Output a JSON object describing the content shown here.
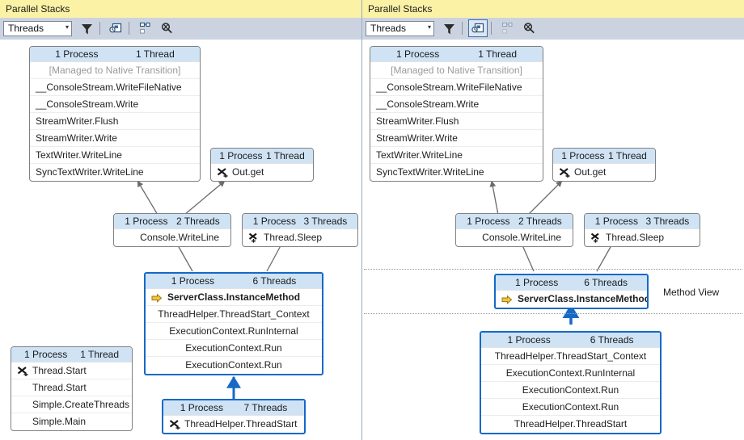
{
  "panels": [
    {
      "id": "left",
      "title": "Parallel Stacks",
      "toolbar": {
        "combo_value": "Threads",
        "caret": "▾",
        "buttons": [
          {
            "name": "filter-icon",
            "label": "Toggle Method View / filter",
            "state": "normal"
          },
          {
            "name": "method-view-icon",
            "label": "Toggle Method View",
            "state": "normal"
          },
          {
            "name": "auto-scroll-icon",
            "label": "Auto Scroll to Current Stack Frame",
            "state": "normal"
          },
          {
            "name": "zoom-icon",
            "label": "Zoom Control",
            "state": "normal"
          }
        ]
      },
      "method_view_label": null,
      "boxes": [
        {
          "id": "l-top",
          "header": {
            "processes": "1 Process",
            "threads": "1 Thread"
          },
          "rows": [
            {
              "text": "[Managed to Native Transition]",
              "style": "dim center"
            },
            {
              "text": "__ConsoleStream.WriteFileNative",
              "style": "left"
            },
            {
              "text": "__ConsoleStream.Write",
              "style": "left"
            },
            {
              "text": "StreamWriter.Flush",
              "style": "left"
            },
            {
              "text": "StreamWriter.Write",
              "style": "left"
            },
            {
              "text": "TextWriter.WriteLine",
              "style": "left"
            },
            {
              "text": "SyncTextWriter.WriteLine",
              "style": "left"
            }
          ]
        },
        {
          "id": "l-outget",
          "header": {
            "processes": "1 Process",
            "threads": "1 Thread"
          },
          "rows": [
            {
              "text": "Out.get",
              "style": "left",
              "icon": "threads-icon"
            }
          ]
        },
        {
          "id": "l-consolewriteline",
          "header": {
            "processes": "1 Process",
            "threads": "2 Threads"
          },
          "rows": [
            {
              "text": "Console.WriteLine",
              "style": "rightish"
            }
          ]
        },
        {
          "id": "l-threadsleep",
          "header": {
            "processes": "1 Process",
            "threads": "3 Threads"
          },
          "rows": [
            {
              "text": "Thread.Sleep",
              "style": "left",
              "icon": "threads-icon"
            }
          ]
        },
        {
          "id": "l-main",
          "header": {
            "processes": "1 Process",
            "threads": "6 Threads"
          },
          "highlighted": true,
          "rows": [
            {
              "text": "ServerClass.InstanceMethod",
              "style": "bold left",
              "icon": "current-frame-arrow-icon"
            },
            {
              "text": "ThreadHelper.ThreadStart_Context",
              "style": "left"
            },
            {
              "text": "ExecutionContext.RunInternal",
              "style": "left"
            },
            {
              "text": "ExecutionContext.Run",
              "style": "left"
            },
            {
              "text": "ExecutionContext.Run",
              "style": "left"
            }
          ]
        },
        {
          "id": "l-simplemain",
          "header": {
            "processes": "1 Process",
            "threads": "1 Thread"
          },
          "rows": [
            {
              "text": "Thread.Start",
              "style": "left",
              "icon": "threads-icon"
            },
            {
              "text": "Thread.Start",
              "style": "left"
            },
            {
              "text": "Simple.CreateThreads",
              "style": "left"
            },
            {
              "text": "Simple.Main",
              "style": "left"
            }
          ]
        },
        {
          "id": "l-threadstart",
          "header": {
            "processes": "1 Process",
            "threads": "7 Threads"
          },
          "highlighted": true,
          "rows": [
            {
              "text": "ThreadHelper.ThreadStart",
              "style": "left",
              "icon": "threads-icon"
            }
          ]
        }
      ]
    },
    {
      "id": "right",
      "title": "Parallel Stacks",
      "toolbar": {
        "combo_value": "Threads",
        "caret": "▾",
        "buttons": [
          {
            "name": "filter-icon",
            "label": "Toggle Method View / filter",
            "state": "normal"
          },
          {
            "name": "method-view-icon",
            "label": "Toggle Method View",
            "state": "selected"
          },
          {
            "name": "auto-scroll-icon",
            "label": "Auto Scroll to Current Stack Frame",
            "state": "disabled"
          },
          {
            "name": "zoom-icon",
            "label": "Zoom Control",
            "state": "normal"
          }
        ]
      },
      "method_view_label": "Method View",
      "boxes": [
        {
          "id": "r-top",
          "header": {
            "processes": "1 Process",
            "threads": "1 Thread"
          },
          "rows": [
            {
              "text": "[Managed to Native Transition]",
              "style": "dim center"
            },
            {
              "text": "__ConsoleStream.WriteFileNative",
              "style": "left"
            },
            {
              "text": "__ConsoleStream.Write",
              "style": "left"
            },
            {
              "text": "StreamWriter.Flush",
              "style": "left"
            },
            {
              "text": "StreamWriter.Write",
              "style": "left"
            },
            {
              "text": "TextWriter.WriteLine",
              "style": "left"
            },
            {
              "text": "SyncTextWriter.WriteLine",
              "style": "left"
            }
          ]
        },
        {
          "id": "r-outget",
          "header": {
            "processes": "1 Process",
            "threads": "1 Thread"
          },
          "rows": [
            {
              "text": "Out.get",
              "style": "left",
              "icon": "threads-icon"
            }
          ]
        },
        {
          "id": "r-consolewriteline",
          "header": {
            "processes": "1 Process",
            "threads": "2 Threads"
          },
          "rows": [
            {
              "text": "Console.WriteLine",
              "style": "rightish"
            }
          ]
        },
        {
          "id": "r-threadsleep",
          "header": {
            "processes": "1 Process",
            "threads": "3 Threads"
          },
          "rows": [
            {
              "text": "Thread.Sleep",
              "style": "left",
              "icon": "threads-icon"
            }
          ]
        },
        {
          "id": "r-main",
          "header": {
            "processes": "1 Process",
            "threads": "6 Threads"
          },
          "highlighted": true,
          "rows": [
            {
              "text": "ServerClass.InstanceMethod",
              "style": "bold left",
              "icon": "current-frame-arrow-icon"
            }
          ]
        },
        {
          "id": "r-bottom",
          "header": {
            "processes": "1 Process",
            "threads": "6 Threads"
          },
          "highlighted": true,
          "rows": [
            {
              "text": "ThreadHelper.ThreadStart_Context",
              "style": "left"
            },
            {
              "text": "ExecutionContext.RunInternal",
              "style": "left"
            },
            {
              "text": "ExecutionContext.Run",
              "style": "left"
            },
            {
              "text": "ExecutionContext.Run",
              "style": "left"
            },
            {
              "text": "ThreadHelper.ThreadStart",
              "style": "left"
            }
          ]
        }
      ]
    }
  ],
  "colors": {
    "title_bar": "#fbf2a6",
    "toolbar": "#ccd3e0",
    "box_header": "#cfe3f5",
    "highlight_border": "#1569c7",
    "arrow_gray": "#6b6b6b",
    "arrow_blue": "#1569c7",
    "current_frame_arrow": "#f0c040",
    "dim_text": "#9a9a9a"
  }
}
